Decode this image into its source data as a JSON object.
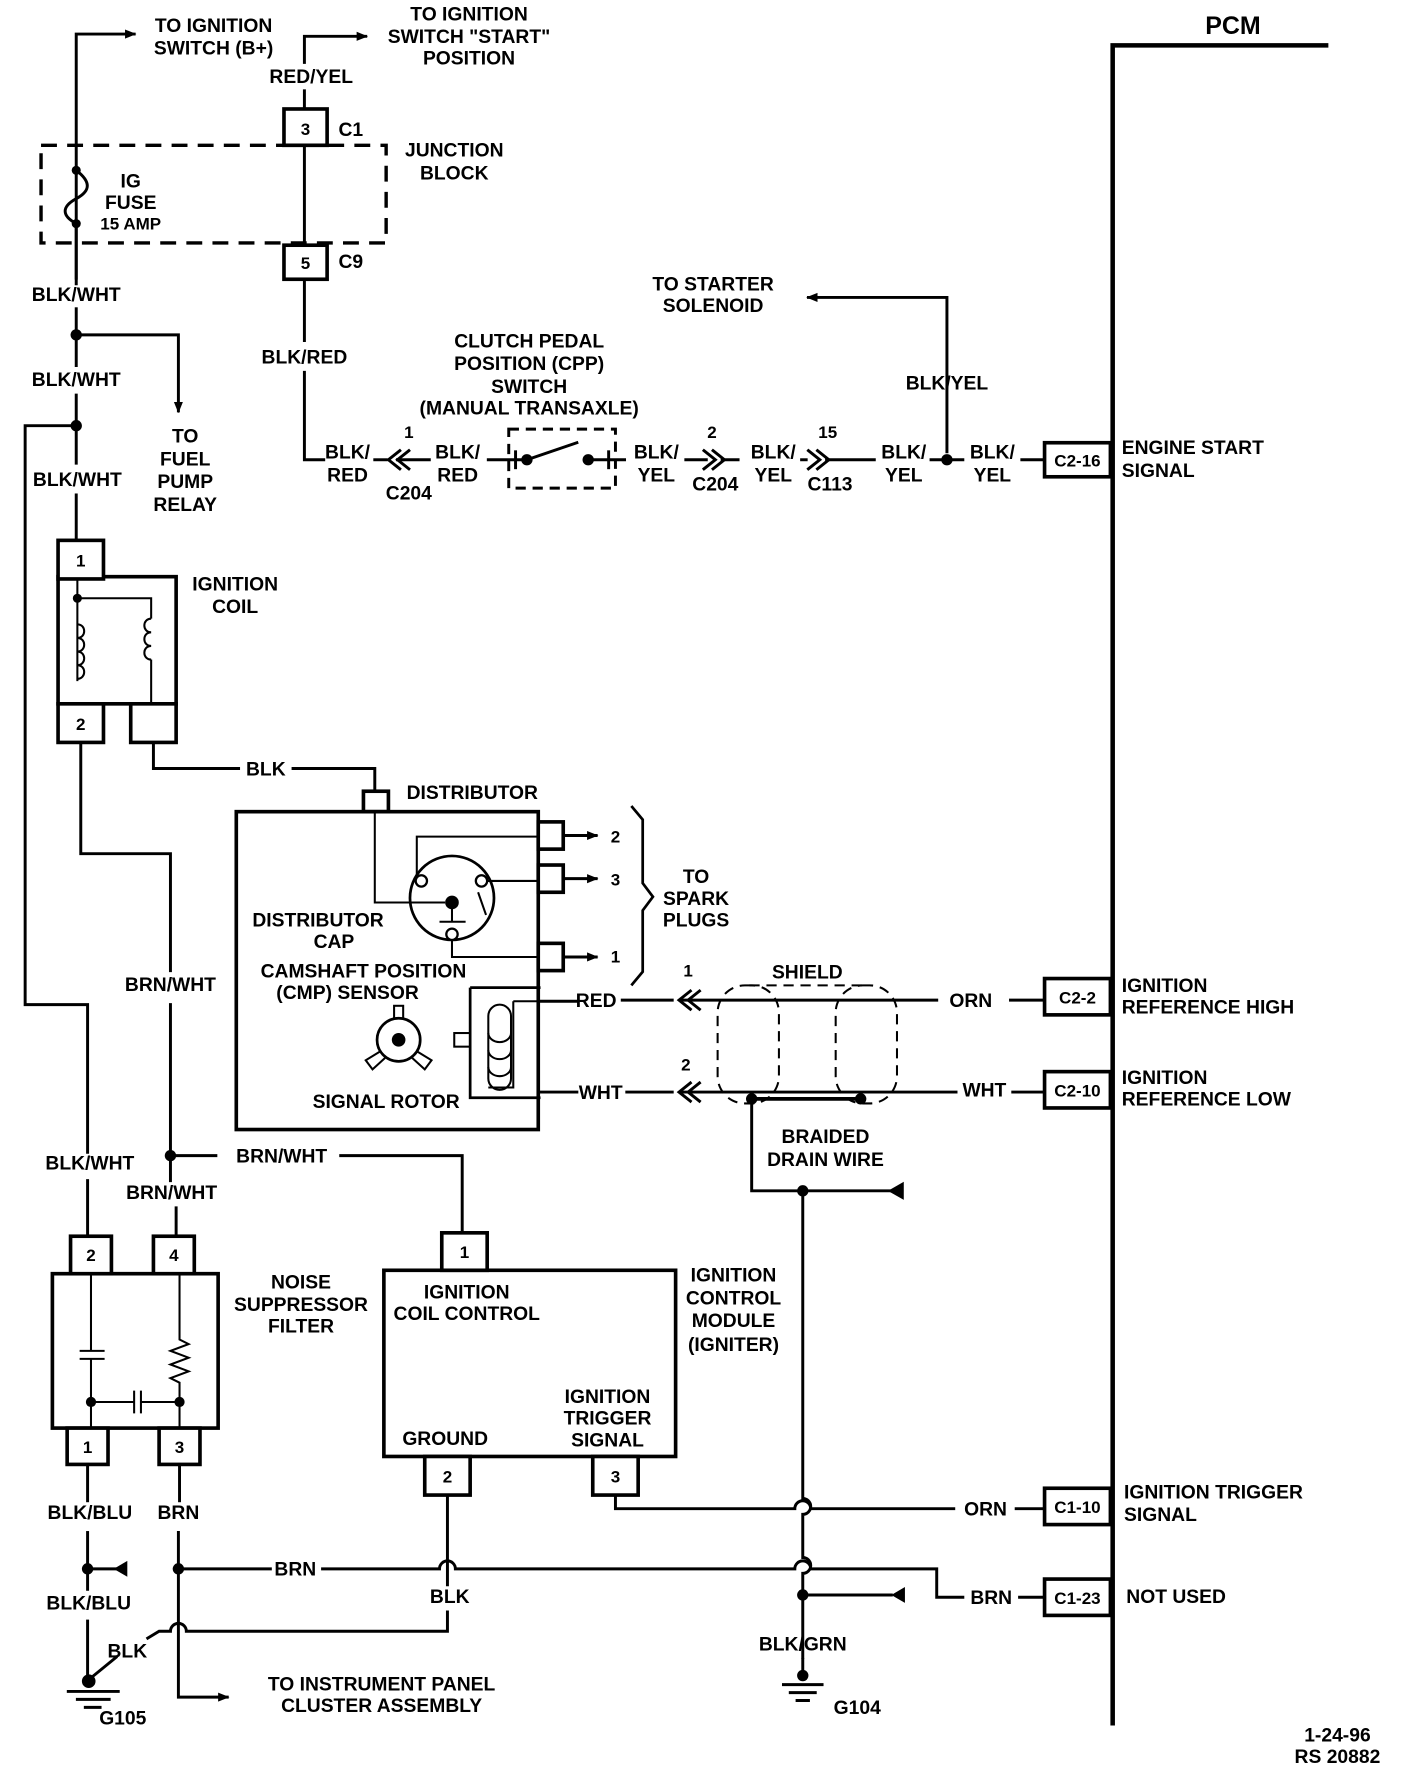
{
  "title": "PCM",
  "revision": {
    "date": "1-24-96",
    "ref": "RS 20882"
  },
  "top": {
    "to_ign_switch_b": [
      "TO IGNITION",
      "SWITCH (B+)"
    ],
    "to_ign_switch_start": [
      "TO IGNITION",
      "SWITCH \"START\"",
      "POSITION"
    ],
    "red_yel": "RED/YEL",
    "c1_pin": "3",
    "c1_label": "C1",
    "c9_pin": "5",
    "c9_label": "C9",
    "junction_block": [
      "JUNCTION",
      "BLOCK"
    ],
    "fuse": [
      "IG",
      "FUSE",
      "15 AMP"
    ],
    "blk_red": "BLK/RED"
  },
  "left_feed": {
    "blk_wht_1": "BLK/WHT",
    "blk_wht_2": "BLK/WHT",
    "blk_wht_3": "BLK/WHT",
    "to_fuel_pump_relay": [
      "TO",
      "FUEL",
      "PUMP",
      "RELAY"
    ]
  },
  "cpp": {
    "title": [
      "CLUTCH PEDAL",
      "POSITION (CPP)",
      "SWITCH",
      "(MANUAL TRANSAXLE)"
    ],
    "to_starter": [
      "TO STARTER",
      "SOLENOID"
    ],
    "blk_yel_vertical": "BLK/YEL",
    "wire_labels": [
      [
        "BLK/",
        "RED"
      ],
      [
        "BLK/",
        "RED"
      ],
      [
        "BLK/",
        "YEL"
      ],
      [
        "BLK/",
        "YEL"
      ],
      [
        "BLK/",
        "YEL"
      ],
      [
        "BLK/",
        "YEL"
      ]
    ],
    "connectors": [
      {
        "pin": "1",
        "name": "C204"
      },
      {
        "pin": "2",
        "name": "C204"
      },
      {
        "pin": "15",
        "name": "C113"
      }
    ]
  },
  "pcm_pins": [
    {
      "pin": "C2-16",
      "desc": [
        "ENGINE START",
        "SIGNAL"
      ]
    },
    {
      "pin": "C2-2",
      "desc": [
        "IGNITION",
        "REFERENCE HIGH"
      ]
    },
    {
      "pin": "C2-10",
      "desc": [
        "IGNITION",
        "REFERENCE LOW"
      ]
    },
    {
      "pin": "C1-10",
      "desc": [
        "IGNITION TRIGGER",
        "SIGNAL"
      ]
    },
    {
      "pin": "C1-23",
      "desc": [
        "NOT USED"
      ]
    }
  ],
  "ignition_coil": {
    "label": [
      "IGNITION",
      "COIL"
    ],
    "pin1": "1",
    "pin2": "2",
    "blk": "BLK"
  },
  "distributor": {
    "label": "DISTRIBUTOR",
    "cap": [
      "DISTRIBUTOR",
      "CAP"
    ],
    "cmp": [
      "CAMSHAFT POSITION",
      "(CMP) SENSOR"
    ],
    "rotor": "SIGNAL ROTOR",
    "plug_outputs": [
      "2",
      "3",
      "1"
    ],
    "to_spark_plugs": [
      "TO",
      "SPARK",
      "PLUGS"
    ],
    "red": "RED",
    "wht": "WHT"
  },
  "shield": {
    "label": "SHIELD",
    "conn1_pin": "1",
    "conn2_pin": "2",
    "orn": "ORN",
    "wht": "WHT",
    "drain": [
      "BRAIDED",
      "DRAIN WIRE"
    ]
  },
  "mid_wires": {
    "brn_wht_1": "BRN/WHT",
    "brn_wht_2": "BRN/WHT",
    "brn_wht_3": "BRN/WHT",
    "blk_wht": "BLK/WHT"
  },
  "noise_filter": {
    "label": [
      "NOISE",
      "SUPPRESSOR",
      "FILTER"
    ],
    "pins": {
      "top_left": "2",
      "top_right": "4",
      "bottom_left": "1",
      "bottom_right": "3"
    }
  },
  "icm": {
    "label": [
      "IGNITION",
      "CONTROL",
      "MODULE",
      "(IGNITER)"
    ],
    "coil_control": [
      "IGNITION",
      "COIL CONTROL"
    ],
    "ground": "GROUND",
    "trigger": [
      "IGNITION",
      "TRIGGER",
      "SIGNAL"
    ],
    "pin1": "1",
    "pin2": "2",
    "pin3": "3"
  },
  "bottom": {
    "blk_blu_1": "BLK/BLU",
    "blk_blu_2": "BLK/BLU",
    "brn_1": "BRN",
    "brn_2": "BRN",
    "brn_3": "BRN",
    "blk_1": "BLK",
    "blk_2": "BLK",
    "orn": "ORN",
    "blk_grn": "BLK/GRN",
    "g105": "G105",
    "g104": "G104",
    "to_ipc": [
      "TO INSTRUMENT PANEL",
      "CLUSTER ASSEMBLY"
    ]
  }
}
